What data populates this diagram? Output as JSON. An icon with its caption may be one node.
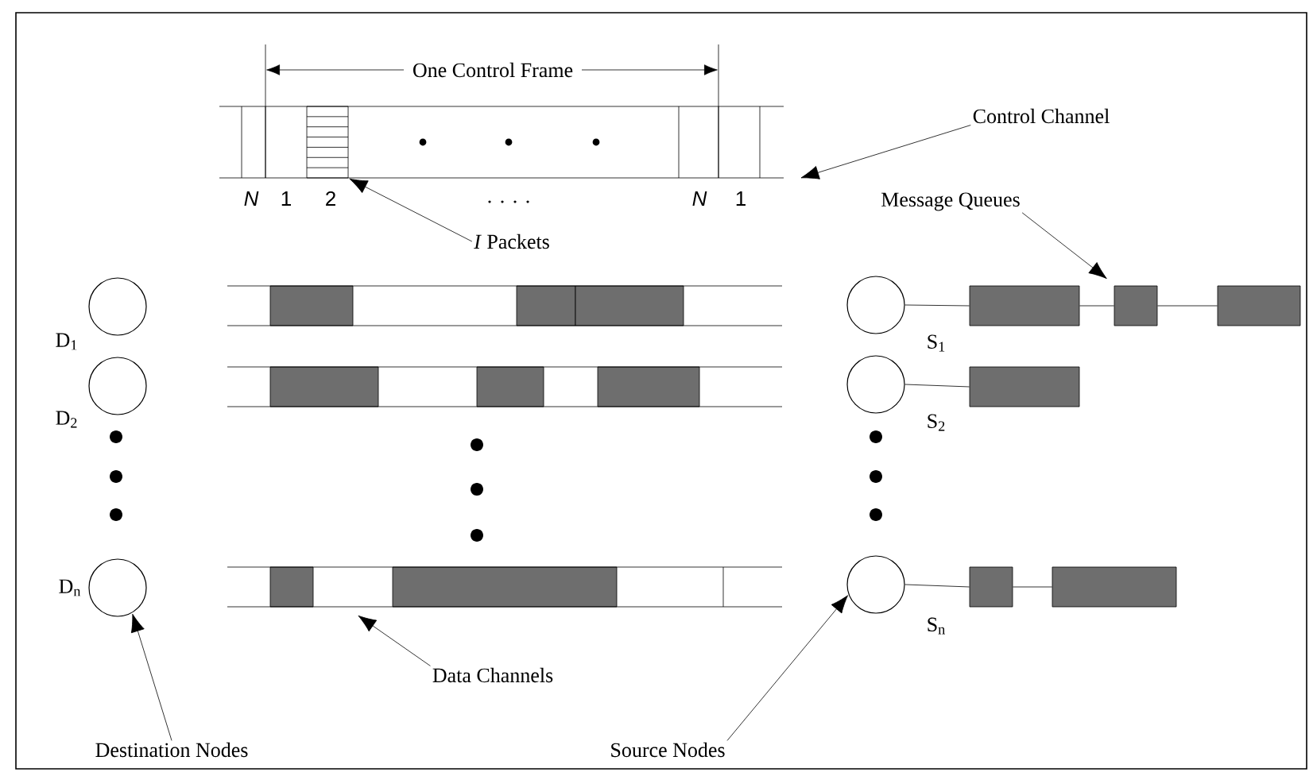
{
  "diagram": {
    "nodes": [
      {
        "text": [],
        "shape": "bar"
      },
      {
        "text": [],
        "shape": "box",
        "in": 0,
        "beside": [
          "2"
        ]
      },
      {
        "text": [
          "Control Channel"
        ]
      },
      {
        "text": [
          "*I* Packets"
        ]
      },
      {
        "text": [
          "Message Queues"
        ]
      },
      {
        "text": [],
        "shape": "circle",
        "beside": [
          "D$_{1}$"
        ]
      },
      {
        "text": [],
        "shape": "bar"
      },
      {
        "text": [],
        "shape": "circle",
        "beside": [
          "S$_{1}$"
        ]
      },
      {
        "text": [],
        "shape": "box"
      },
      {
        "text": [],
        "shape": "box"
      },
      {
        "text": [],
        "shape": "box"
      },
      {
        "text": [],
        "shape": "circle",
        "beside": [
          "D$_{2}$"
        ]
      },
      {
        "text": [],
        "shape": "bar"
      },
      {
        "text": [],
        "shape": "circle",
        "beside": [
          "S$_{2}$"
        ]
      },
      {
        "text": [],
        "shape": "box"
      },
      {
        "text": [],
        "shape": "circle",
        "beside": [
          "D$_{n}$"
        ]
      },
      {
        "text": [],
        "shape": "bar"
      },
      {
        "text": [],
        "shape": "circle",
        "beside": [
          "S$_{n}$"
        ]
      },
      {
        "text": [],
        "shape": "box"
      },
      {
        "text": [],
        "shape": "box"
      },
      {
        "text": [
          "Data Channels"
        ]
      },
      {
        "text": [
          "Destination Nodes"
        ]
      },
      {
        "text": [
          "Source Nodes"
        ]
      }
    ],
    "edges": [
      {
        "from": 2,
        "to": 0,
        "arrow": "to"
      },
      {
        "from": 3,
        "to": 1,
        "arrow": "to"
      },
      {
        "from": 4,
        "to": 9,
        "arrow": "to"
      },
      {
        "from": 7,
        "to": 8,
        "arrow": "none"
      },
      {
        "from": 8,
        "to": 9,
        "arrow": "none"
      },
      {
        "from": 9,
        "to": 10,
        "arrow": "none"
      },
      {
        "from": 13,
        "to": 14,
        "arrow": "none"
      },
      {
        "from": 17,
        "to": 18,
        "arrow": "none"
      },
      {
        "from": 18,
        "to": 19,
        "arrow": "none"
      },
      {
        "from": 20,
        "to": 16,
        "arrow": "to"
      },
      {
        "from": 21,
        "to": 15,
        "arrow": "to"
      },
      {
        "from": 22,
        "to": 17,
        "arrow": "to"
      }
    ],
    "labels": [
      "One Control Frame",
      "N",
      "1",
      "N",
      "1"
    ]
  }
}
